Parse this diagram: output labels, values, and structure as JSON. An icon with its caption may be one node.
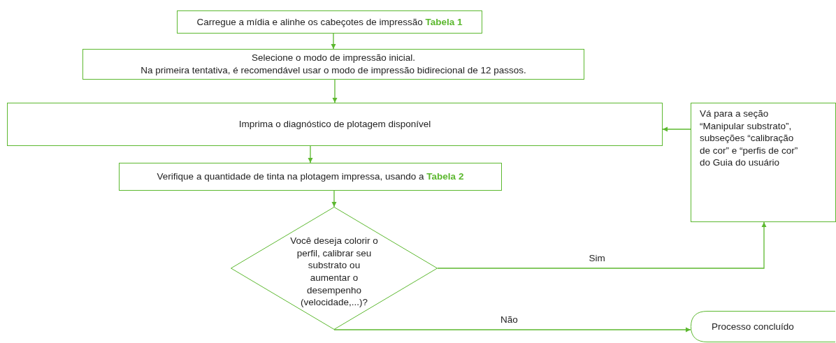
{
  "diagram": {
    "nodes": [
      {
        "text": [
          "Carregue a mídia e alinhe os cabeçotes de impressão **Tabela 1**"
        ]
      },
      {
        "text": [
          "Selecione o modo de impressão inicial.",
          "Na primeira tentativa, é recomendável usar o modo de impressão bidirecional de 12 passos."
        ]
      },
      {
        "text": [
          "Imprima o diagnóstico de plotagem disponível"
        ]
      },
      {
        "text": [
          "Verifique a quantidade de tinta na plotagem impressa, usando a **Tabela 2**"
        ]
      },
      {
        "text": [
          "Você deseja colorir o perfil, calibrar seu substrato ou aumentar o desempenho (velocidade,...)?"
        ]
      },
      {
        "text": [
          "Vá para a seção “Manipular substrato”, subseções “calibração de cor” e “perfis de cor” do Guia do usuário"
        ]
      },
      {
        "text": [
          "Processo concluído"
        ]
      }
    ],
    "edges": [
      {
        "from": 0,
        "to": 1,
        "arrow": "to"
      },
      {
        "from": 1,
        "to": 2,
        "arrow": "to"
      },
      {
        "from": 2,
        "to": 3,
        "arrow": "to"
      },
      {
        "from": 3,
        "to": 4,
        "arrow": "to"
      },
      {
        "from": 4,
        "to": 5,
        "arrow": "to",
        "label": "Sim"
      },
      {
        "from": 5,
        "to": 2,
        "arrow": "to"
      },
      {
        "from": 4,
        "to": 6,
        "arrow": "to",
        "label": "Não"
      }
    ]
  }
}
